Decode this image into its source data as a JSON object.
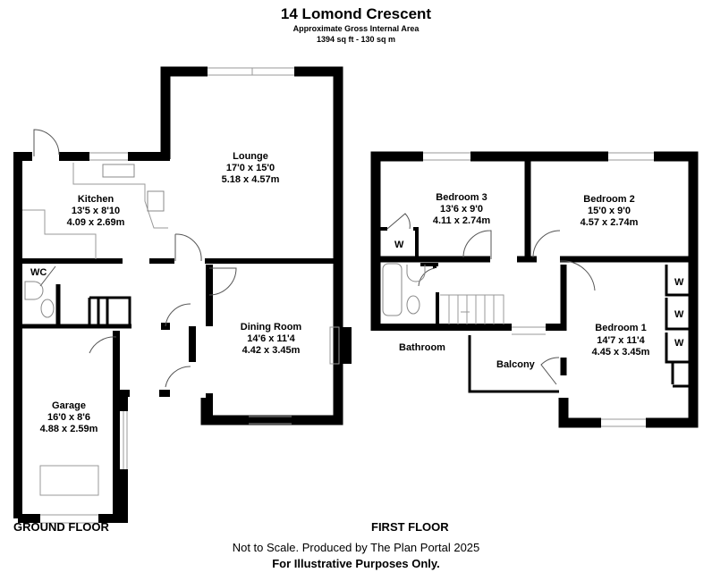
{
  "header": {
    "title": "14 Lomond Crescent",
    "subtitle": "Approximate Gross Internal Area",
    "area": "1394 sq ft - 130 sq m"
  },
  "ground_floor": {
    "label": "GROUND FLOOR",
    "rooms": [
      {
        "name": "Lounge",
        "imperial": "17'0 x 15'0",
        "metric": "5.18 x 4.57m"
      },
      {
        "name": "Kitchen",
        "imperial": "13'5 x 8'10",
        "metric": "4.09 x 2.69m"
      },
      {
        "name": "Dining Room",
        "imperial": "14'6 x 11'4",
        "metric": "4.42 x 3.45m"
      },
      {
        "name": "Garage",
        "imperial": "16'0 x 8'6",
        "metric": "4.88 x 2.59m"
      }
    ],
    "wc_label": "WC"
  },
  "first_floor": {
    "label": "FIRST FLOOR",
    "rooms": [
      {
        "name": "Bedroom 3",
        "imperial": "13'6 x 9'0",
        "metric": "4.11 x 2.74m"
      },
      {
        "name": "Bedroom 2",
        "imperial": "15'0 x 9'0",
        "metric": "4.57 x 2.74m"
      },
      {
        "name": "Bedroom 1",
        "imperial": "14'7 x 11'4",
        "metric": "4.45 x 3.45m"
      }
    ],
    "bathroom_label": "Bathroom",
    "balcony_label": "Balcony",
    "wardrobe_label": "W"
  },
  "footer": {
    "line1": "Not to Scale. Produced by The Plan Portal 2025",
    "line2": "For Illustrative Purposes Only."
  }
}
